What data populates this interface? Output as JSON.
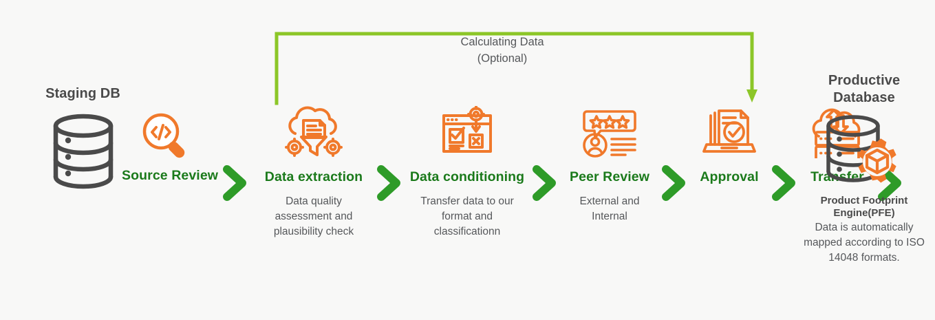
{
  "colors": {
    "background": "#F8F8F7",
    "orange": "#F0792B",
    "green_chevron": "#2E9B28",
    "green_label": "#1B7A1B",
    "green_loop": "#8CC628",
    "gray_dark": "#4A4A4A",
    "gray_text": "#55575A"
  },
  "loop": {
    "label_line1": "Calculating Data",
    "label_line2": "(Optional)",
    "from_step": "Data extraction",
    "to_step": "Transfer"
  },
  "start": {
    "title": "Staging DB",
    "icon": "database-icon"
  },
  "end": {
    "title_line1": "Productive",
    "title_line2": "Database",
    "icon": "database-gear-cube-icon",
    "engine_name_line1": "Product Footprint",
    "engine_name_line2": "Engine(PFE)",
    "description": "Data is automatically mapped according to ISO 14048 formats."
  },
  "steps": [
    {
      "label": "Source Review",
      "description": "",
      "icon": "magnifier-code-icon"
    },
    {
      "label": "Data extraction",
      "description": "Data quality assessment and plausibility check",
      "icon": "cloud-funnel-gears-icon"
    },
    {
      "label": "Data conditioning",
      "description": "Transfer data to our format and classificationn",
      "icon": "window-checkbox-gear-icon"
    },
    {
      "label": "Peer Review",
      "description": "External and Internal",
      "icon": "stars-review-person-icon"
    },
    {
      "label": "Approval",
      "description": "",
      "icon": "laptop-document-check-icon"
    },
    {
      "label": "Transfer",
      "description": "",
      "icon": "cloud-server-transfer-icon"
    }
  ]
}
